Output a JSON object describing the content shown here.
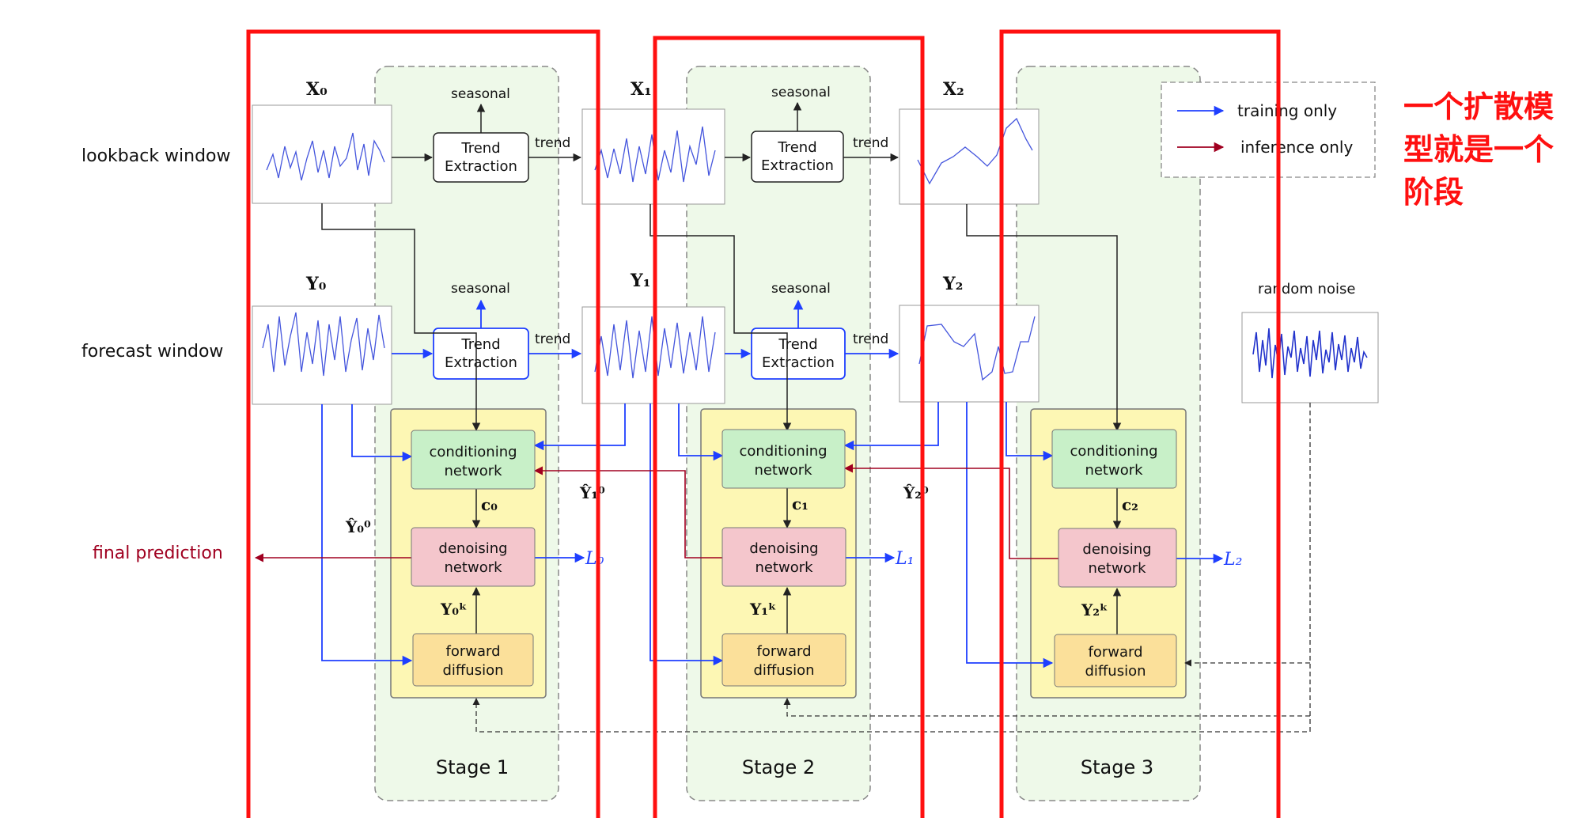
{
  "row_labels": {
    "lookback": "lookback window",
    "forecast": "forecast window",
    "final": "final prediction"
  },
  "stages": [
    {
      "title": "Stage 1",
      "x_label": "X₀",
      "y_label": "Y₀",
      "seasonal_top": "seasonal",
      "seasonal_bot": "seasonal",
      "trend_top": "trend",
      "trend_bot": "trend",
      "trend_box_top": [
        "Trend",
        "Extraction"
      ],
      "trend_box_bot": [
        "Trend",
        "Extraction"
      ],
      "cond": [
        "conditioning",
        "network"
      ],
      "deno": [
        "denoising",
        "network"
      ],
      "fwd": [
        "forward",
        "diffusion"
      ],
      "c_label": "c₀",
      "yk_label": "Y₀ᵏ",
      "loss": "L₀"
    },
    {
      "title": "Stage 2",
      "x_label": "X₁",
      "y_label": "Y₁",
      "seasonal_top": "seasonal",
      "seasonal_bot": "seasonal",
      "trend_top": "trend",
      "trend_bot": "trend",
      "trend_box_top": [
        "Trend",
        "Extraction"
      ],
      "trend_box_bot": [
        "Trend",
        "Extraction"
      ],
      "cond": [
        "conditioning",
        "network"
      ],
      "deno": [
        "denoising",
        "network"
      ],
      "fwd": [
        "forward",
        "diffusion"
      ],
      "c_label": "c₁",
      "yk_label": "Y₁ᵏ",
      "loss": "L₁"
    },
    {
      "title": "Stage 3",
      "x_label": "X₂",
      "y_label": "Y₂",
      "cond": [
        "conditioning",
        "network"
      ],
      "deno": [
        "denoising",
        "network"
      ],
      "fwd": [
        "forward",
        "diffusion"
      ],
      "c_label": "c₂",
      "yk_label": "Y₂ᵏ",
      "loss": "L₂"
    }
  ],
  "hat_labels": [
    "Ŷ₀⁰",
    "Ŷ₁⁰",
    "Ŷ₂⁰"
  ],
  "random_noise": "random noise",
  "legend": {
    "training": "training only",
    "inference": "inference only"
  },
  "annotation": [
    "一个扩散模",
    "型就是一个",
    "阶段"
  ],
  "colors": {
    "blue": "#1f3fff",
    "darkred": "#a00020",
    "green_box": "#c8f0c8",
    "pink_box": "#f4c6cc",
    "orange_box": "#fbe09a",
    "yellow_panel": "#fdf7b4",
    "stage_bg": "#eef9e9",
    "highlight_red": "#ff1010"
  }
}
